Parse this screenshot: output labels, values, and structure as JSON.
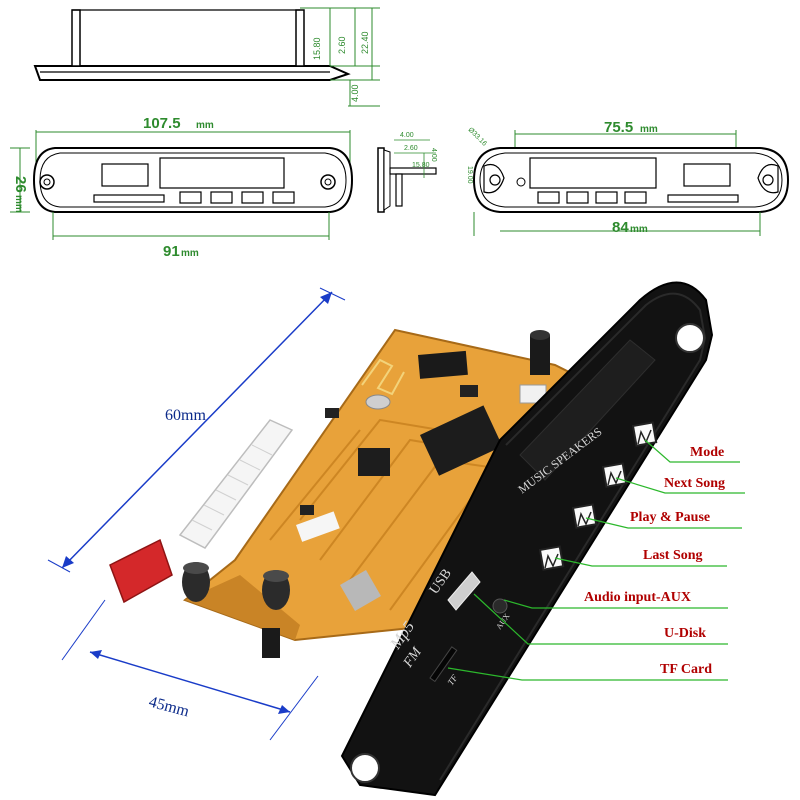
{
  "drawing": {
    "side_dims": [
      "15.80",
      "2.60",
      "22.40",
      "4.00"
    ],
    "front_width": "107.5",
    "front_width_unit": "mm",
    "front_height": "26",
    "front_height_unit": "mm",
    "front_bottom_width": "91",
    "front_bottom_width_unit": "mm",
    "small_side_dims": [
      "4.00",
      "2.60",
      "15.80",
      "4.00",
      "19.00"
    ],
    "hole_dim": "Ø33.16",
    "cutout_width": "75.5",
    "cutout_width_unit": "mm",
    "cutout_bottom_width": "84",
    "cutout_bottom_width_unit": "mm"
  },
  "photo": {
    "measure_length": "60mm",
    "measure_width": "45mm",
    "panel_text": "MUSIC SPEAKERS",
    "logo_line1": "Mp5",
    "logo_line2": "FM",
    "usb_label": "USB",
    "aux_label": "AUX",
    "tf_label": "TF"
  },
  "callouts": [
    {
      "label": "Mode"
    },
    {
      "label": "Next Song"
    },
    {
      "label": "Play & Pause"
    },
    {
      "label": "Last Song"
    },
    {
      "label": "Audio input-AUX"
    },
    {
      "label": "U-Disk"
    },
    {
      "label": "TF Card"
    }
  ],
  "colors": {
    "dimension_green": "#2e8b2e",
    "callout_red": "#b00000",
    "measure_blue": "#1a3cc8",
    "pcb_orange": "#e8a23a",
    "panel_black": "#121212"
  }
}
